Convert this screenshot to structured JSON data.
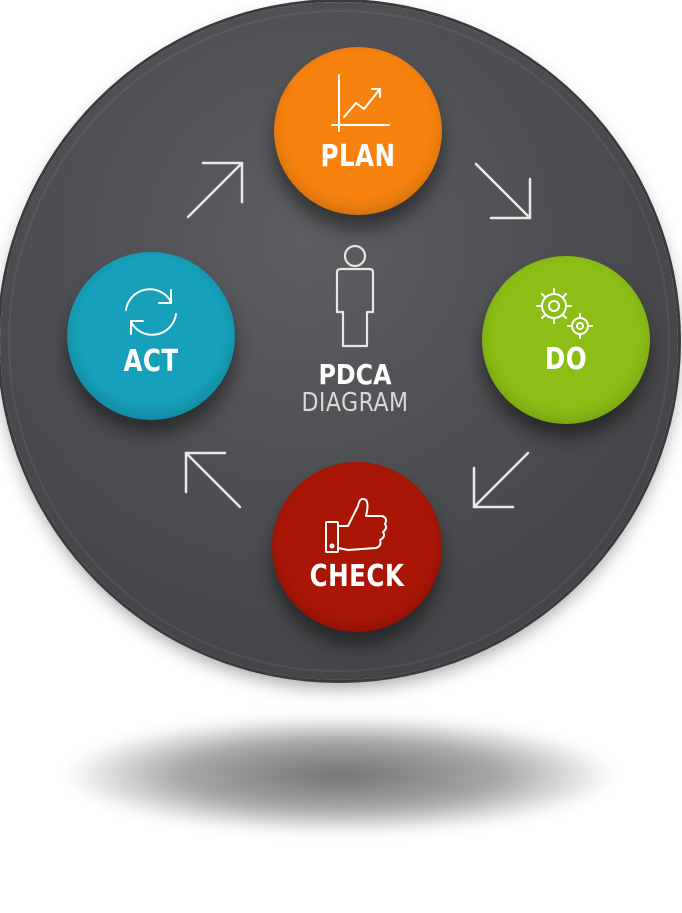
{
  "center": {
    "title": "PDCA",
    "subtitle": "DIAGRAM",
    "icon": "person-icon"
  },
  "nodes": {
    "plan": {
      "label": "PLAN",
      "icon": "chart-growth-icon",
      "color": "#f7830e"
    },
    "do": {
      "label": "DO",
      "icon": "gears-icon",
      "color": "#8bbf16"
    },
    "check": {
      "label": "CHECK",
      "icon": "thumbs-up-icon",
      "color": "#a91606"
    },
    "act": {
      "label": "ACT",
      "icon": "refresh-cycle-icon",
      "color": "#16a0b9"
    }
  },
  "disc_color": "#4a4b4e"
}
